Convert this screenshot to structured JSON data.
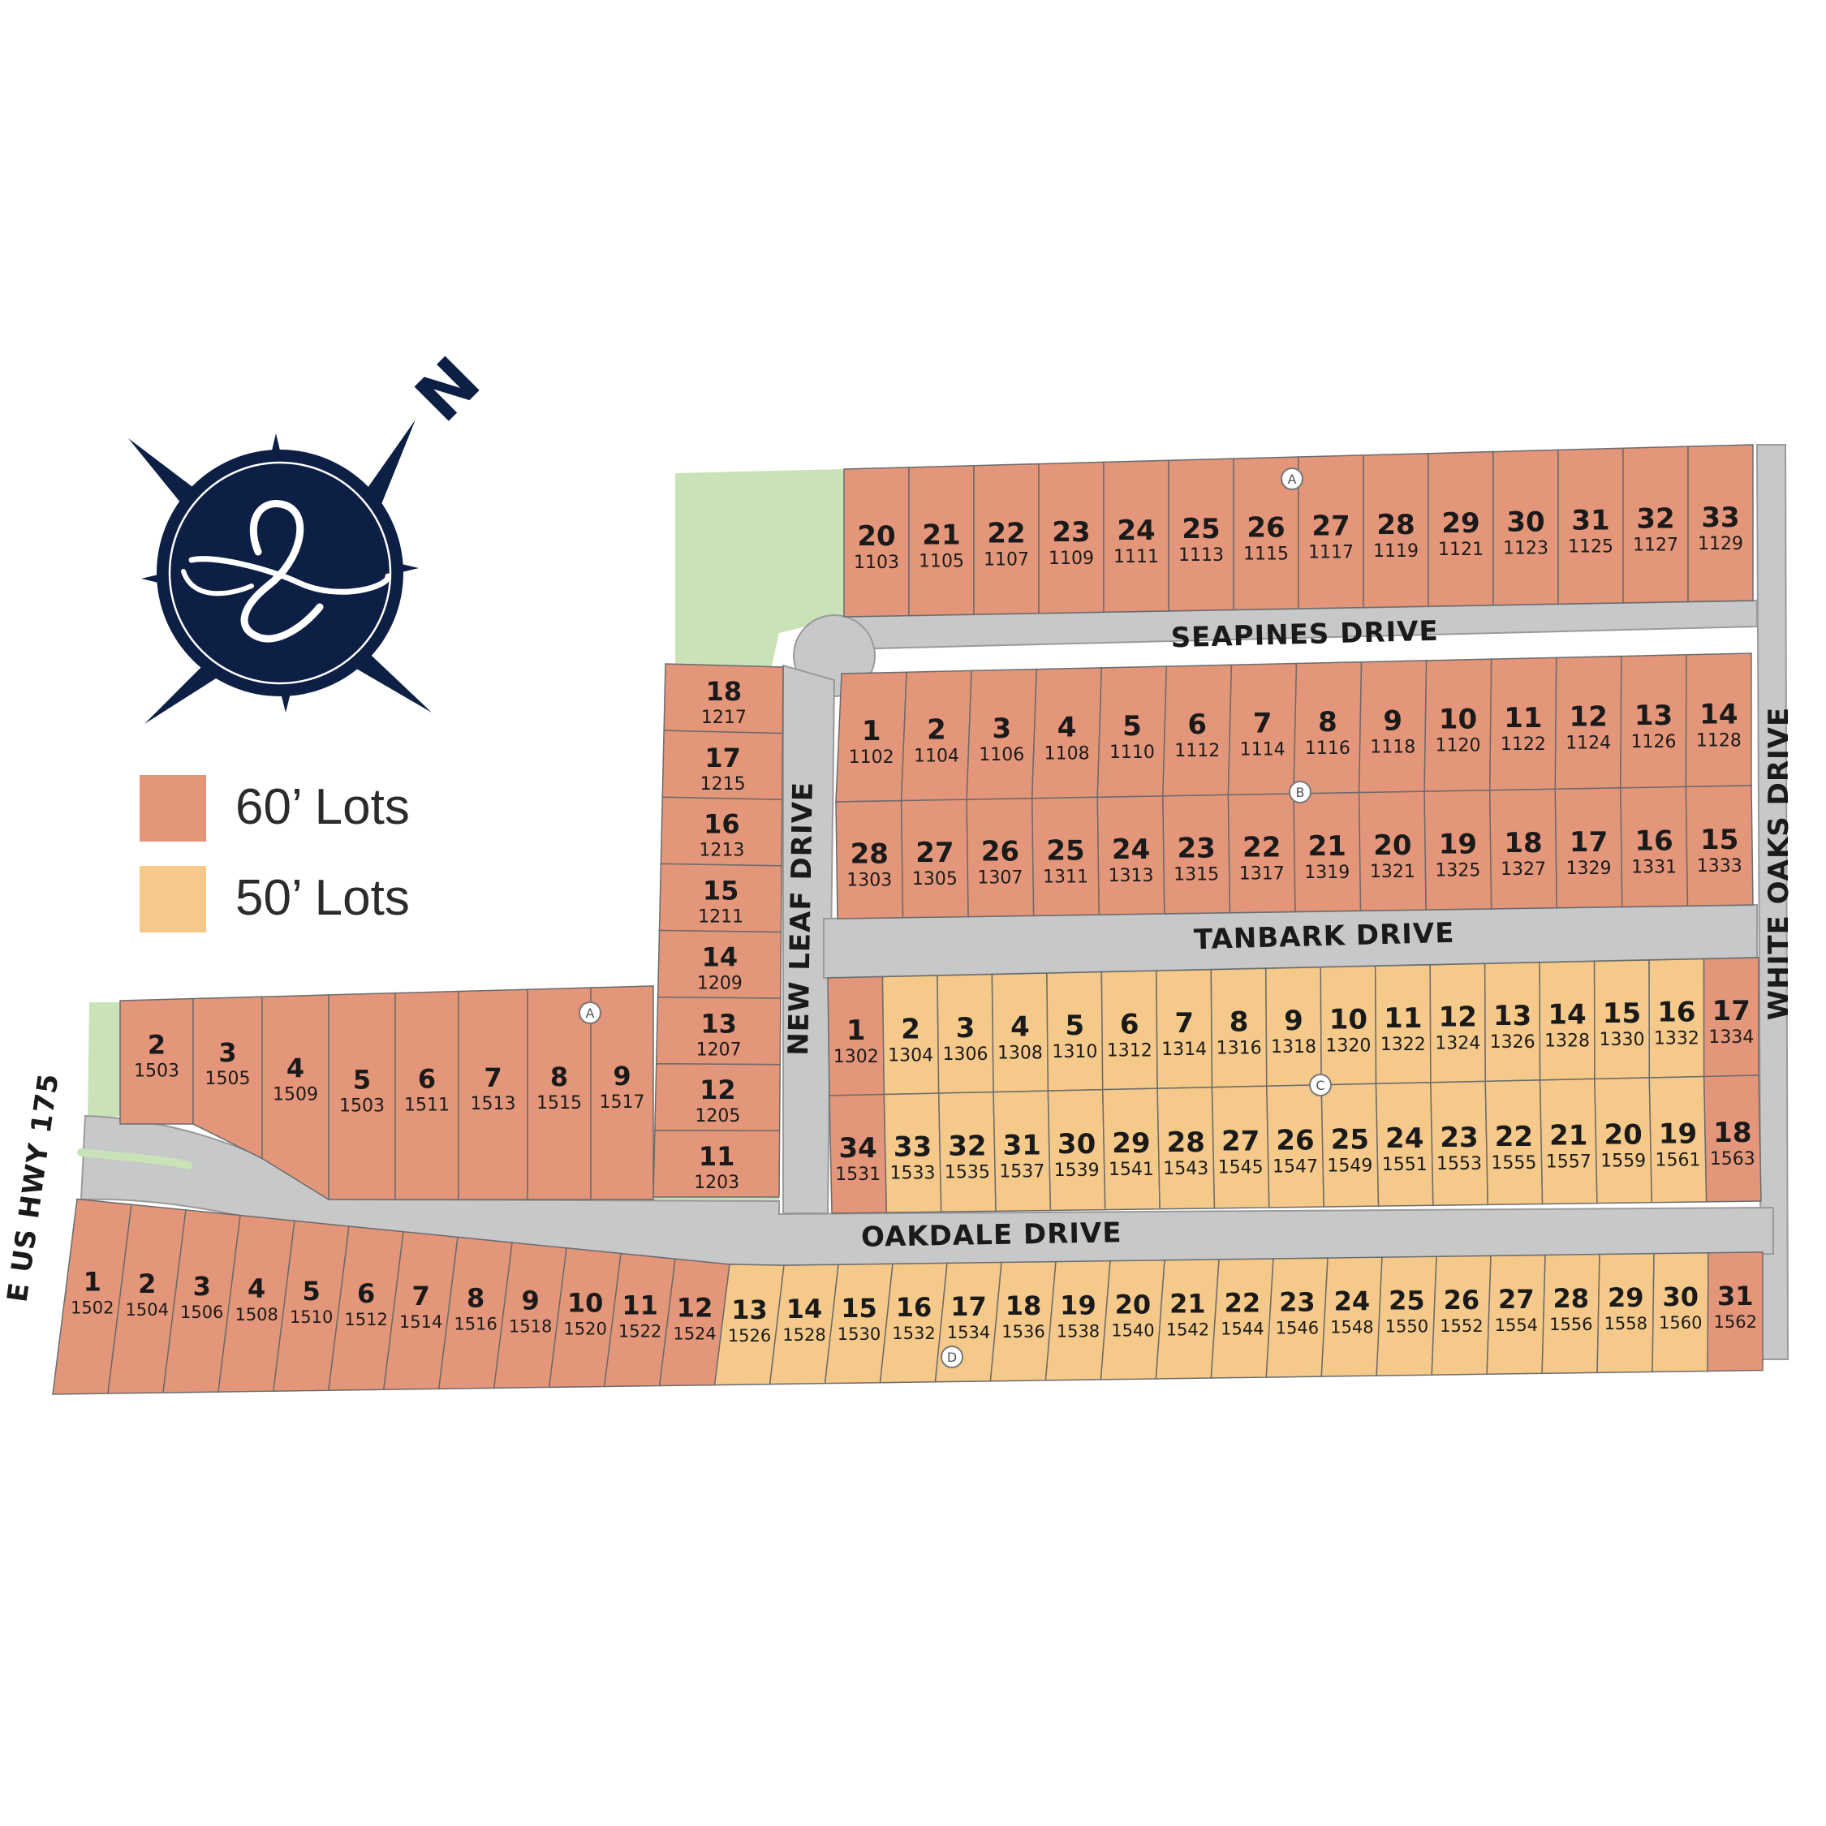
{
  "colors": {
    "lot_60": "#e4967a",
    "lot_50": "#f5c98a",
    "road": "#c7c8ca",
    "green": "#c9e2b8",
    "border": "#6b6b6b",
    "compass": "#0d1f45"
  },
  "compass": {
    "north_label": "N",
    "icon": "compass-rose-icon",
    "logo": "script-l-logo"
  },
  "legend": [
    {
      "label": "60’ Lots",
      "color": "#e4967a"
    },
    {
      "label": "50’ Lots",
      "color": "#f5c98a"
    }
  ],
  "streets": {
    "seapines": "SEAPINES DRIVE",
    "tanbark": "TANBARK DRIVE",
    "oakdale": "OAKDALE DRIVE",
    "new_leaf": "NEW LEAF DRIVE",
    "white_oaks": "WHITE OAKS DRIVE",
    "highway": "E US HWY 175"
  },
  "markers": [
    "A",
    "A",
    "B",
    "C",
    "D"
  ],
  "blocks": {
    "seapines_north": [
      {
        "n": "20",
        "a": "1103",
        "t": "60"
      },
      {
        "n": "21",
        "a": "1105",
        "t": "60"
      },
      {
        "n": "22",
        "a": "1107",
        "t": "60"
      },
      {
        "n": "23",
        "a": "1109",
        "t": "60"
      },
      {
        "n": "24",
        "a": "1111",
        "t": "60"
      },
      {
        "n": "25",
        "a": "1113",
        "t": "60"
      },
      {
        "n": "26",
        "a": "1115",
        "t": "60"
      },
      {
        "n": "27",
        "a": "1117",
        "t": "60"
      },
      {
        "n": "28",
        "a": "1119",
        "t": "60"
      },
      {
        "n": "29",
        "a": "1121",
        "t": "60"
      },
      {
        "n": "30",
        "a": "1123",
        "t": "60"
      },
      {
        "n": "31",
        "a": "1125",
        "t": "60"
      },
      {
        "n": "32",
        "a": "1127",
        "t": "60"
      },
      {
        "n": "33",
        "a": "1129",
        "t": "60"
      }
    ],
    "block_b_top": [
      {
        "n": "1",
        "a": "1102",
        "t": "60"
      },
      {
        "n": "2",
        "a": "1104",
        "t": "60"
      },
      {
        "n": "3",
        "a": "1106",
        "t": "60"
      },
      {
        "n": "4",
        "a": "1108",
        "t": "60"
      },
      {
        "n": "5",
        "a": "1110",
        "t": "60"
      },
      {
        "n": "6",
        "a": "1112",
        "t": "60"
      },
      {
        "n": "7",
        "a": "1114",
        "t": "60"
      },
      {
        "n": "8",
        "a": "1116",
        "t": "60"
      },
      {
        "n": "9",
        "a": "1118",
        "t": "60"
      },
      {
        "n": "10",
        "a": "1120",
        "t": "60"
      },
      {
        "n": "11",
        "a": "1122",
        "t": "60"
      },
      {
        "n": "12",
        "a": "1124",
        "t": "60"
      },
      {
        "n": "13",
        "a": "1126",
        "t": "60"
      },
      {
        "n": "14",
        "a": "1128",
        "t": "60"
      }
    ],
    "block_b_bottom": [
      {
        "n": "28",
        "a": "1303",
        "t": "60"
      },
      {
        "n": "27",
        "a": "1305",
        "t": "60"
      },
      {
        "n": "26",
        "a": "1307",
        "t": "60"
      },
      {
        "n": "25",
        "a": "1311",
        "t": "60"
      },
      {
        "n": "24",
        "a": "1313",
        "t": "60"
      },
      {
        "n": "23",
        "a": "1315",
        "t": "60"
      },
      {
        "n": "22",
        "a": "1317",
        "t": "60"
      },
      {
        "n": "21",
        "a": "1319",
        "t": "60"
      },
      {
        "n": "20",
        "a": "1321",
        "t": "60"
      },
      {
        "n": "19",
        "a": "1325",
        "t": "60"
      },
      {
        "n": "18",
        "a": "1327",
        "t": "60"
      },
      {
        "n": "17",
        "a": "1329",
        "t": "60"
      },
      {
        "n": "16",
        "a": "1331",
        "t": "60"
      },
      {
        "n": "15",
        "a": "1333",
        "t": "60"
      }
    ],
    "block_c_top": [
      {
        "n": "1",
        "a": "1302",
        "t": "60"
      },
      {
        "n": "2",
        "a": "1304",
        "t": "50"
      },
      {
        "n": "3",
        "a": "1306",
        "t": "50"
      },
      {
        "n": "4",
        "a": "1308",
        "t": "50"
      },
      {
        "n": "5",
        "a": "1310",
        "t": "50"
      },
      {
        "n": "6",
        "a": "1312",
        "t": "50"
      },
      {
        "n": "7",
        "a": "1314",
        "t": "50"
      },
      {
        "n": "8",
        "a": "1316",
        "t": "50"
      },
      {
        "n": "9",
        "a": "1318",
        "t": "50"
      },
      {
        "n": "10",
        "a": "1320",
        "t": "50"
      },
      {
        "n": "11",
        "a": "1322",
        "t": "50"
      },
      {
        "n": "12",
        "a": "1324",
        "t": "50"
      },
      {
        "n": "13",
        "a": "1326",
        "t": "50"
      },
      {
        "n": "14",
        "a": "1328",
        "t": "50"
      },
      {
        "n": "15",
        "a": "1330",
        "t": "50"
      },
      {
        "n": "16",
        "a": "1332",
        "t": "50"
      },
      {
        "n": "17",
        "a": "1334",
        "t": "60"
      }
    ],
    "block_c_bottom": [
      {
        "n": "34",
        "a": "1531",
        "t": "60"
      },
      {
        "n": "33",
        "a": "1533",
        "t": "50"
      },
      {
        "n": "32",
        "a": "1535",
        "t": "50"
      },
      {
        "n": "31",
        "a": "1537",
        "t": "50"
      },
      {
        "n": "30",
        "a": "1539",
        "t": "50"
      },
      {
        "n": "29",
        "a": "1541",
        "t": "50"
      },
      {
        "n": "28",
        "a": "1543",
        "t": "50"
      },
      {
        "n": "27",
        "a": "1545",
        "t": "50"
      },
      {
        "n": "26",
        "a": "1547",
        "t": "50"
      },
      {
        "n": "25",
        "a": "1549",
        "t": "50"
      },
      {
        "n": "24",
        "a": "1551",
        "t": "50"
      },
      {
        "n": "23",
        "a": "1553",
        "t": "50"
      },
      {
        "n": "22",
        "a": "1555",
        "t": "50"
      },
      {
        "n": "21",
        "a": "1557",
        "t": "50"
      },
      {
        "n": "20",
        "a": "1559",
        "t": "50"
      },
      {
        "n": "19",
        "a": "1561",
        "t": "50"
      },
      {
        "n": "18",
        "a": "1563",
        "t": "60"
      }
    ],
    "new_leaf_west": [
      {
        "n": "18",
        "a": "1217",
        "t": "60"
      },
      {
        "n": "17",
        "a": "1215",
        "t": "60"
      },
      {
        "n": "16",
        "a": "1213",
        "t": "60"
      },
      {
        "n": "15",
        "a": "1211",
        "t": "60"
      },
      {
        "n": "14",
        "a": "1209",
        "t": "60"
      },
      {
        "n": "13",
        "a": "1207",
        "t": "60"
      },
      {
        "n": "12",
        "a": "1205",
        "t": "60"
      },
      {
        "n": "11",
        "a": "1203",
        "t": "60"
      }
    ],
    "oakdale_north_west": [
      {
        "n": "2",
        "a": "1503",
        "t": "60"
      },
      {
        "n": "3",
        "a": "1505",
        "t": "60"
      },
      {
        "n": "4",
        "a": "1509",
        "t": "60"
      },
      {
        "n": "5",
        "a": "1503",
        "t": "60"
      },
      {
        "n": "6",
        "a": "1511",
        "t": "60"
      },
      {
        "n": "7",
        "a": "1513",
        "t": "60"
      },
      {
        "n": "8",
        "a": "1515",
        "t": "60"
      },
      {
        "n": "9",
        "a": "1517",
        "t": "60"
      }
    ],
    "oakdale_south": [
      {
        "n": "1",
        "a": "1502",
        "t": "60"
      },
      {
        "n": "2",
        "a": "1504",
        "t": "60"
      },
      {
        "n": "3",
        "a": "1506",
        "t": "60"
      },
      {
        "n": "4",
        "a": "1508",
        "t": "60"
      },
      {
        "n": "5",
        "a": "1510",
        "t": "60"
      },
      {
        "n": "6",
        "a": "1512",
        "t": "60"
      },
      {
        "n": "7",
        "a": "1514",
        "t": "60"
      },
      {
        "n": "8",
        "a": "1516",
        "t": "60"
      },
      {
        "n": "9",
        "a": "1518",
        "t": "60"
      },
      {
        "n": "10",
        "a": "1520",
        "t": "60"
      },
      {
        "n": "11",
        "a": "1522",
        "t": "60"
      },
      {
        "n": "12",
        "a": "1524",
        "t": "60"
      },
      {
        "n": "13",
        "a": "1526",
        "t": "50"
      },
      {
        "n": "14",
        "a": "1528",
        "t": "50"
      },
      {
        "n": "15",
        "a": "1530",
        "t": "50"
      },
      {
        "n": "16",
        "a": "1532",
        "t": "50"
      },
      {
        "n": "17",
        "a": "1534",
        "t": "50"
      },
      {
        "n": "18",
        "a": "1536",
        "t": "50"
      },
      {
        "n": "19",
        "a": "1538",
        "t": "50"
      },
      {
        "n": "20",
        "a": "1540",
        "t": "50"
      },
      {
        "n": "21",
        "a": "1542",
        "t": "50"
      },
      {
        "n": "22",
        "a": "1544",
        "t": "50"
      },
      {
        "n": "23",
        "a": "1546",
        "t": "50"
      },
      {
        "n": "24",
        "a": "1548",
        "t": "50"
      },
      {
        "n": "25",
        "a": "1550",
        "t": "50"
      },
      {
        "n": "26",
        "a": "1552",
        "t": "50"
      },
      {
        "n": "27",
        "a": "1554",
        "t": "50"
      },
      {
        "n": "28",
        "a": "1556",
        "t": "50"
      },
      {
        "n": "29",
        "a": "1558",
        "t": "50"
      },
      {
        "n": "30",
        "a": "1560",
        "t": "50"
      },
      {
        "n": "31",
        "a": "1562",
        "t": "60"
      }
    ]
  }
}
